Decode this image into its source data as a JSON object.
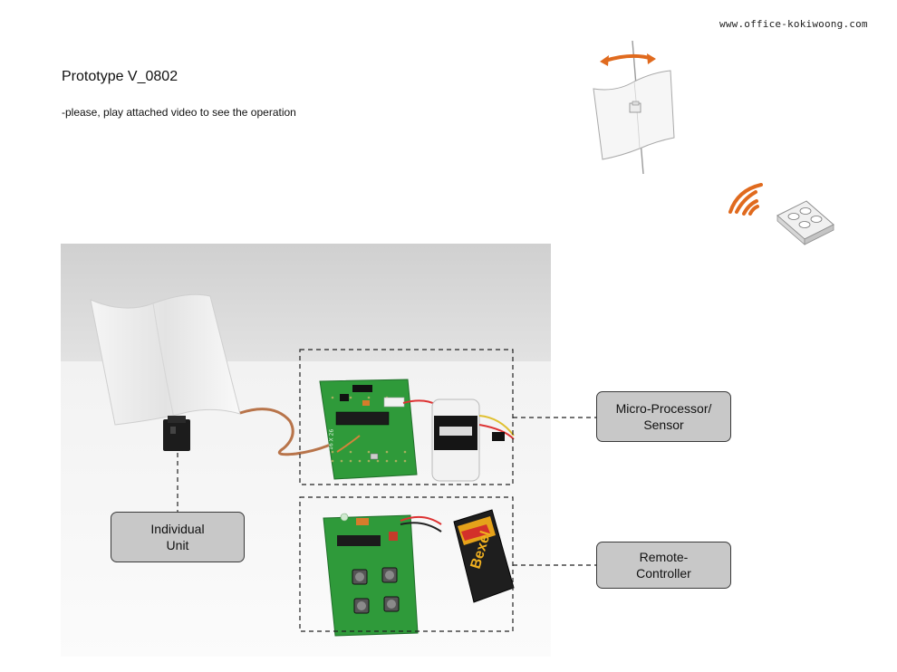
{
  "header": {
    "url": "www.office-kokiwoong.com",
    "title": "Prototype V_0802",
    "subtitle": "-please, play attached video to see the operation"
  },
  "callouts": {
    "unit": {
      "line1": "Individual",
      "line2": "Unit"
    },
    "sensor": {
      "line1": "Micro-Processor/",
      "line2": "Sensor"
    },
    "remote": {
      "line1": "Remote-",
      "line2": "Controller"
    }
  },
  "photo": {
    "battery_brand": "Bexel",
    "board_marking": "16 X 26"
  },
  "colors": {
    "callout_fill": "#c8c8c8",
    "accent_arrow": "#e06a1e",
    "pcb_green": "#2f9a3a",
    "wall_gray": "#d7d7d7",
    "table_white": "#f4f4f4"
  }
}
